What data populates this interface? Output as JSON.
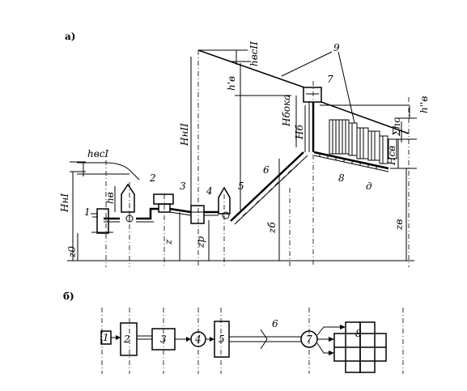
{
  "panel_a": {
    "title": "а)",
    "numbers": {
      "n1": "1",
      "n2": "2",
      "n3": "3",
      "n4": "4",
      "n5": "5",
      "n6": "6",
      "n7": "7",
      "n8": "8",
      "n9": "9"
    },
    "labels": {
      "h_vs1": "hвсI",
      "h_n1": "HнI",
      "h_v": "hв",
      "z_0": "z0",
      "z": "z",
      "z_p": "zр",
      "h_n2": "HнII",
      "h_vs2": "hвсII",
      "h_v_prime": "h'в",
      "h_b_oka": "Hбока",
      "h_b": "Hб",
      "z_b": "zб",
      "h_v_double": "h''в",
      "sum_h_c": "Σhс",
      "h_sv": "Hсв",
      "z_v": "zв",
      "d": "д"
    }
  },
  "panel_b": {
    "title": "б)",
    "numbers": {
      "n1": "1",
      "n2": "2",
      "n3": "3",
      "n4": "4",
      "n5": "5",
      "n6": "6",
      "n7": "7",
      "n8": "8"
    }
  }
}
